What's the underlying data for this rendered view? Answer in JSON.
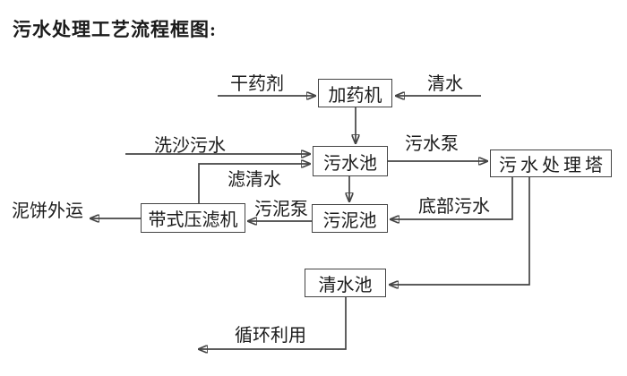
{
  "title": "污水处理工艺流程框图:",
  "colors": {
    "ink": "#1b1b1b",
    "line": "#444444",
    "background": "#ffffff",
    "box_fill": "#ffffff"
  },
  "diagram": {
    "nodes": {
      "dosing_machine": {
        "label": "加药机"
      },
      "sewage_pool": {
        "label": "污水池"
      },
      "treatment_tower": {
        "label": "污水处理塔"
      },
      "sludge_pool": {
        "label": "污泥池"
      },
      "belt_filter_press": {
        "label": "带式压滤机"
      },
      "clean_water_pool": {
        "label": "清水池"
      }
    },
    "flow_labels": {
      "dry_agent": "干药剂",
      "clean_water": "清水",
      "sand_washing_sewage": "洗沙污水",
      "filtered_water": "滤清水",
      "sewage_pump": "污水泵",
      "bottom_sewage": "底部污水",
      "sludge_pump": "污泥泵",
      "mud_cake_out": "泥饼外运",
      "recycle_use": "循环利用"
    },
    "edges": [
      {
        "from": "dry_agent_input",
        "to": "dosing_machine",
        "label_key": "dry_agent"
      },
      {
        "from": "clean_water_input",
        "to": "dosing_machine",
        "label_key": "clean_water"
      },
      {
        "from": "dosing_machine",
        "to": "sewage_pool",
        "label_key": ""
      },
      {
        "from": "sand_washing_input",
        "to": "sewage_pool",
        "label_key": "sand_washing_sewage"
      },
      {
        "from": "belt_filter_press",
        "to": "sewage_pool",
        "label_key": "filtered_water"
      },
      {
        "from": "sewage_pool",
        "to": "treatment_tower",
        "label_key": "sewage_pump"
      },
      {
        "from": "sewage_pool",
        "to": "sludge_pool",
        "label_key": ""
      },
      {
        "from": "treatment_tower",
        "to": "sludge_pool",
        "label_key": "bottom_sewage"
      },
      {
        "from": "treatment_tower",
        "to": "clean_water_pool",
        "label_key": ""
      },
      {
        "from": "sludge_pool",
        "to": "belt_filter_press",
        "label_key": "sludge_pump"
      },
      {
        "from": "belt_filter_press",
        "to": "outside",
        "label_key": "mud_cake_out"
      },
      {
        "from": "clean_water_pool",
        "to": "reuse",
        "label_key": "recycle_use"
      }
    ]
  }
}
